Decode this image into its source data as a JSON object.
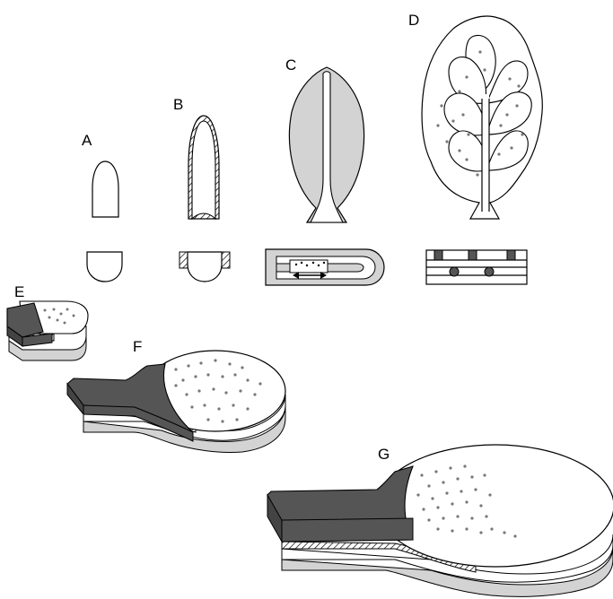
{
  "panels": [
    {
      "id": "A",
      "label": "A"
    },
    {
      "id": "B",
      "label": "B"
    },
    {
      "id": "C",
      "label": "C"
    },
    {
      "id": "D",
      "label": "D"
    },
    {
      "id": "E",
      "label": "E"
    },
    {
      "id": "F",
      "label": "F"
    },
    {
      "id": "G",
      "label": "G"
    }
  ],
  "colors": {
    "dark_layer": "#555555",
    "light_fill": "#d3d3d3",
    "dot": "#777777",
    "outline": "#000000",
    "background": "#ffffff"
  }
}
